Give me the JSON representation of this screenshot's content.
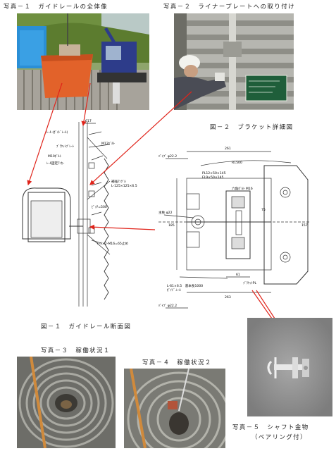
{
  "captions": {
    "photo1": "写真－１　ガイドレールの全体像",
    "photo2": "写真－２　ライナープレートへの取り付け",
    "fig2": "図－２　ブラケット詳細図",
    "fig1": "図－１　ガイドレール断面図",
    "photo3": "写真－３　稼働状況１",
    "photo4": "写真－４　稼働状況２",
    "photo5_line1": "写真－５　シャフト金物",
    "photo5_line2": "（ベアリング付）"
  },
  "fig1_labels": {
    "top_dim": "617",
    "rail": "ﾚｰﾙ (ｶﾞｲﾄﾞﾚｰﾙ)",
    "bracket_plate": "ﾌﾞﾗｹｯﾄﾌﾟﾚｰﾄ",
    "m12": "M12ﾎﾞﾙﾄ",
    "m10": "M10ﾎﾞﾙﾄ",
    "rail_fix": "ﾚｰﾙ固定ｱﾝｶｰ",
    "reinforce": "補強ｱﾝｸﾞﾙ",
    "reinforce_size": "L-125×125×6.5",
    "pitch": "ﾋﾟｯﾁ=500",
    "bottom_note": "ﾚｰﾙ×2-M16=65止め"
  },
  "fig2_labels": {
    "dim_top": "261",
    "dim_r": "R1500",
    "plate_a": "PL12×50×145",
    "plate_b": "FL9×50×145",
    "hex": "六角ﾎﾞﾙﾄ M16",
    "left_top": "ﾊﾟｲﾌﾟ φ22.2",
    "left_mid": "主柱 φ22",
    "dim_h": "185",
    "dim_side": "75",
    "dim_61": "61",
    "bottom_a": "L-61×6.5　基本長1000",
    "bottom_b": "ｶﾞｲﾄﾞ.ﾚｰﾙ",
    "right_a": "ﾌﾞﾗｹｯﾄPL",
    "dim_bottom": "263",
    "right_dim": "157",
    "left_bottom": "ﾊﾟｲﾌﾟ φ22.2"
  },
  "colors": {
    "arrow": "#e0241b",
    "tarp": "#2a8fd6",
    "bucket": "#e2622a",
    "excavator": "#2d3c8a",
    "sign": "#1f5e3a"
  }
}
